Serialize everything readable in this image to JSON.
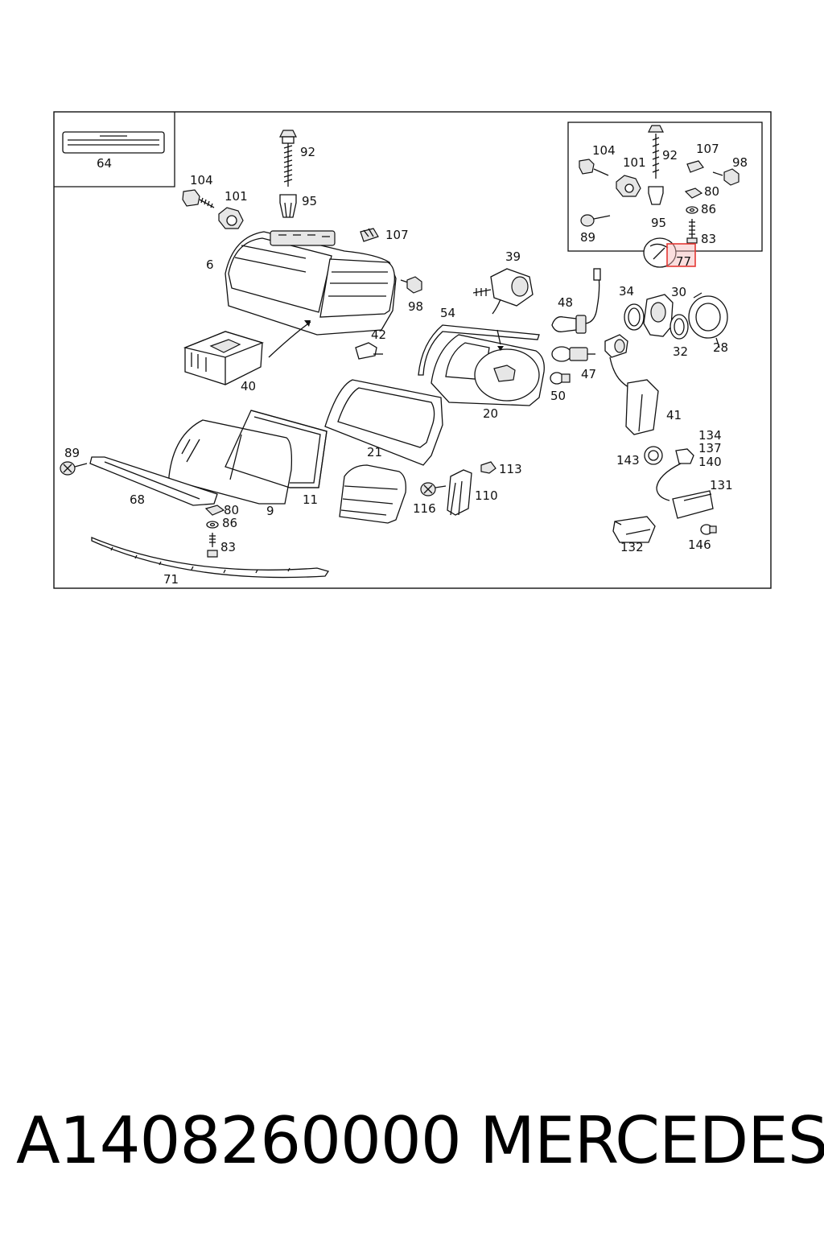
{
  "footer": {
    "part_number": "A1408260000",
    "brand": "MERCEDES"
  },
  "highlight_color": "#e53935",
  "labels": {
    "l64": "64",
    "l92a": "92",
    "l104a": "104",
    "l101a": "101",
    "l95a": "95",
    "l107a": "107",
    "l6": "6",
    "l98a": "98",
    "l39": "39",
    "l104b": "104",
    "l101b": "101",
    "l92b": "92",
    "l107b": "107",
    "l98b": "98",
    "l80b": "80",
    "l95b": "95",
    "l86b": "86",
    "l89b": "89",
    "l83b": "83",
    "l77": "77",
    "l48": "48",
    "l54": "54",
    "l34": "34",
    "l30": "30",
    "l42": "42",
    "l32": "32",
    "l28": "28",
    "l40": "40",
    "l47": "47",
    "l50": "50",
    "l20": "20",
    "l41": "41",
    "l21": "21",
    "l89a": "89",
    "l134": "134",
    "l137": "137",
    "l143": "143",
    "l140": "140",
    "l113": "113",
    "l131": "131",
    "l68": "68",
    "l110": "110",
    "l11": "11",
    "l80a": "80",
    "l9": "9",
    "l116": "116",
    "l86a": "86",
    "l132": "132",
    "l146": "146",
    "l83a": "83",
    "l71": "71"
  }
}
